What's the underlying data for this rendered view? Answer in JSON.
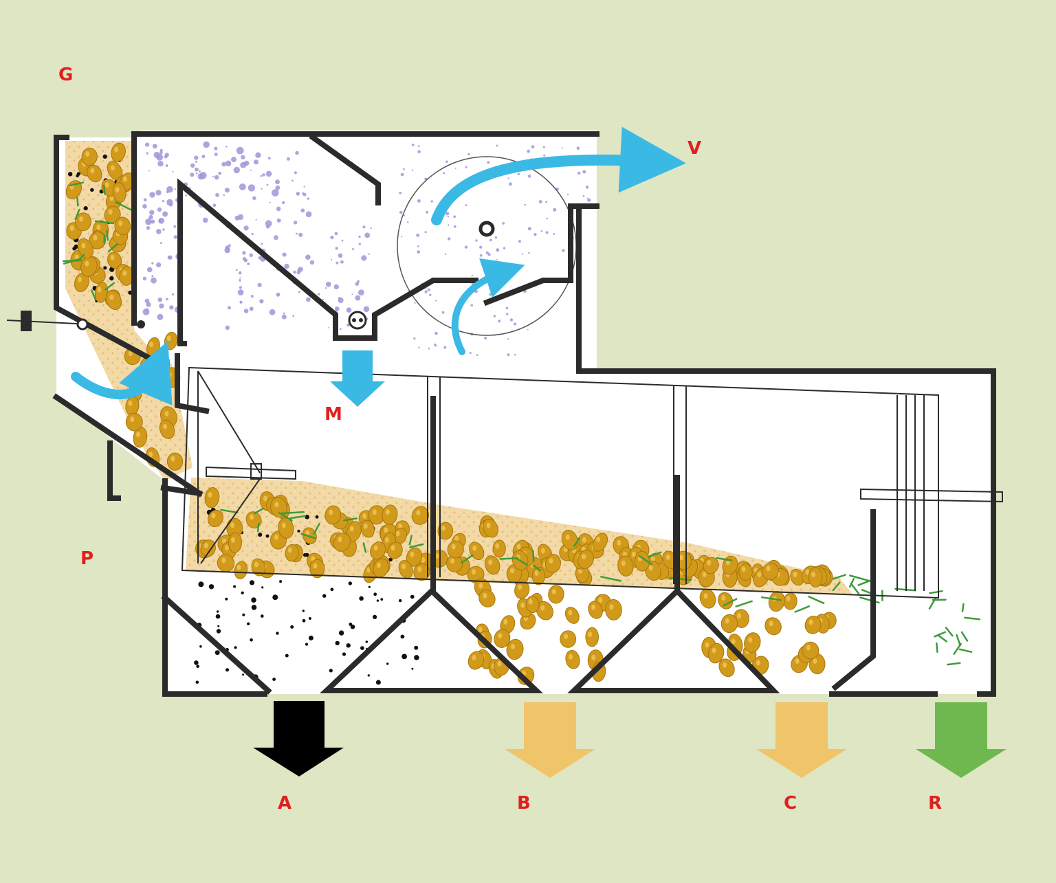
{
  "labels": {
    "G": "G",
    "V": "V",
    "M": "M",
    "P": "P",
    "A": "A",
    "B": "B",
    "C": "C",
    "R": "R"
  },
  "colors": {
    "background": "#dfe6c4",
    "wall": "#2b2b2b",
    "air_arrow": "#3bb9e5",
    "dust": "#9f97d8",
    "grain": "#d19a1a",
    "grain_bed": "#f2d9a6",
    "straw": "#3e9b3a",
    "impurity": "#111111",
    "output_A": "#000000",
    "output_B": "#f0c468",
    "output_C": "#f0c468",
    "output_R": "#6fb84f",
    "label": "#e02020"
  },
  "icons": {
    "fan": "fan-circle-icon",
    "outputs": "down-arrow-icon",
    "airflow": "curved-arrow-icon"
  }
}
